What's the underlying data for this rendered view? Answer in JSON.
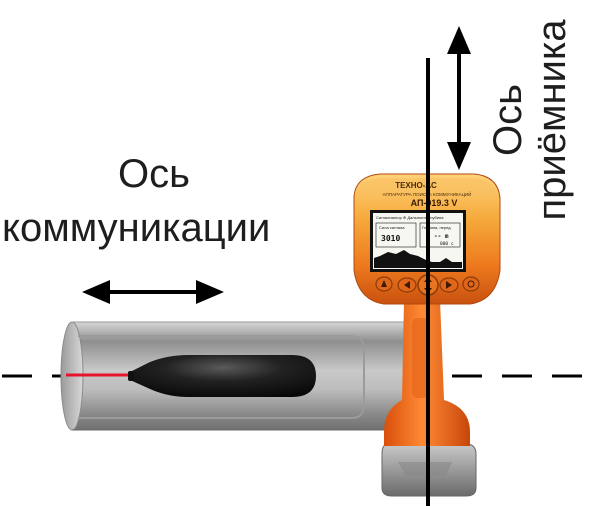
{
  "labels": {
    "communication_axis_line1": "Ось",
    "communication_axis_line2": "коммуникации",
    "receiver_axis_line1": "Ось",
    "receiver_axis_line2": "приёмника"
  },
  "device": {
    "brand": "ТЕХНО-АС",
    "subtitle": "АППАРАТУРА ПОИСКА КОММУНИКАЦИЙ",
    "model": "АП-019.3 V",
    "screen": {
      "status_line": "Сигнализатор ⊕ Дальность   Глубина",
      "left_panel_title": "Сила сигнала",
      "left_panel_value": "3010",
      "right_panel_title": "Глубина, перед",
      "right_panel_value": "-- m",
      "right_panel_sub": "000 c"
    }
  },
  "colors": {
    "device_orange": "#f26a1b",
    "device_yellow": "#f4b23a",
    "pipe_gray": "#a8a8a8",
    "probe_black": "#1b1b1b",
    "laser_red": "#e6142a",
    "axis_black": "#000000"
  }
}
